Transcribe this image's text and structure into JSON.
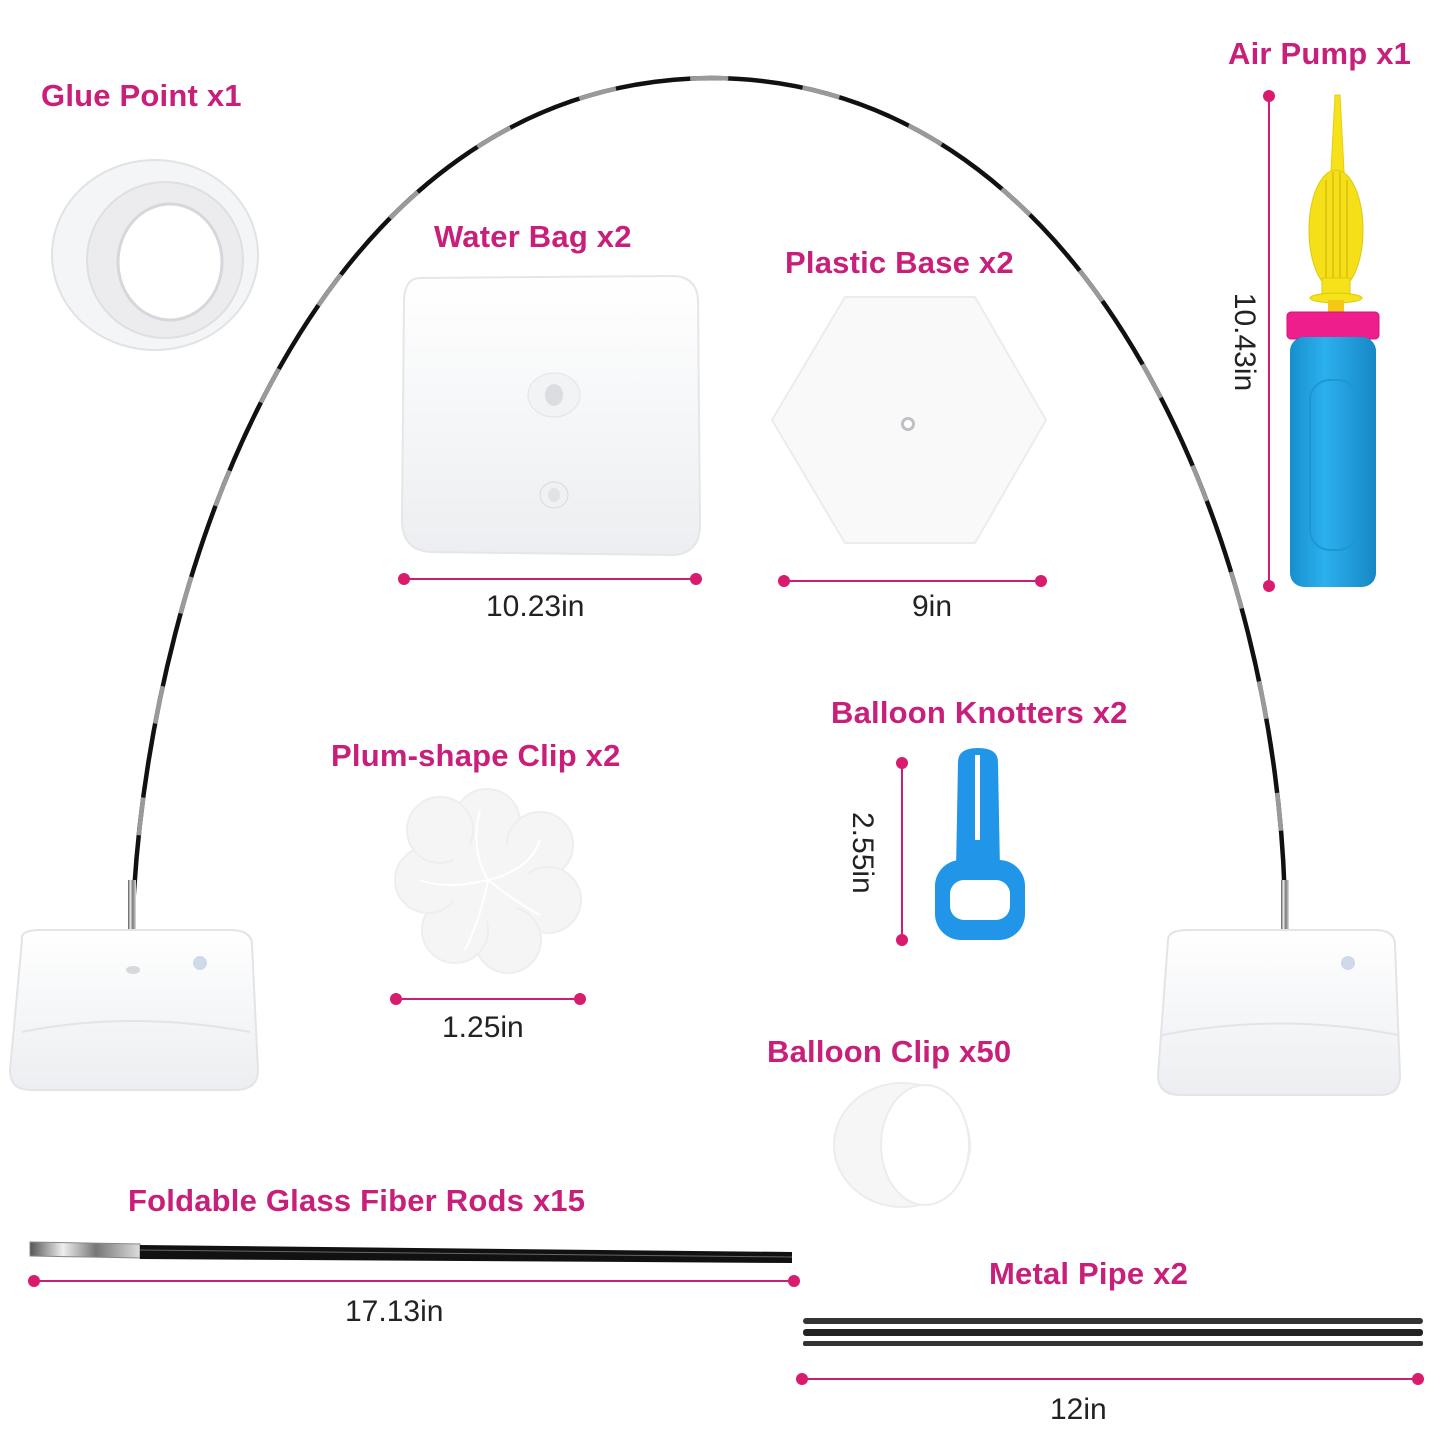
{
  "colors": {
    "accent_pink": "#c8207a",
    "marker_pink": "#d81b6c",
    "dimension_text": "#222222",
    "pump_blue": "#1aa3e0",
    "pump_cap": "#ee1e8c",
    "pump_yellow": "#f6e21b",
    "knotter_blue": "#2196e8"
  },
  "components": {
    "glue_point": {
      "label": "Glue Point x1"
    },
    "water_bag": {
      "label": "Water Bag x2",
      "dimension": "10.23in"
    },
    "plastic_base": {
      "label": "Plastic Base x2",
      "dimension": "9in"
    },
    "air_pump": {
      "label": "Air Pump x1",
      "dimension": "10.43in"
    },
    "plum_clip": {
      "label": "Plum-shape Clip x2",
      "dimension": "1.25in"
    },
    "balloon_knotters": {
      "label": "Balloon Knotters x2",
      "dimension": "2.55in"
    },
    "balloon_clip": {
      "label": "Balloon Clip x50"
    },
    "glass_fiber_rods": {
      "label": "Foldable Glass Fiber Rods x15",
      "dimension": "17.13in"
    },
    "metal_pipe": {
      "label": "Metal Pipe x2",
      "dimension": "12in"
    }
  }
}
